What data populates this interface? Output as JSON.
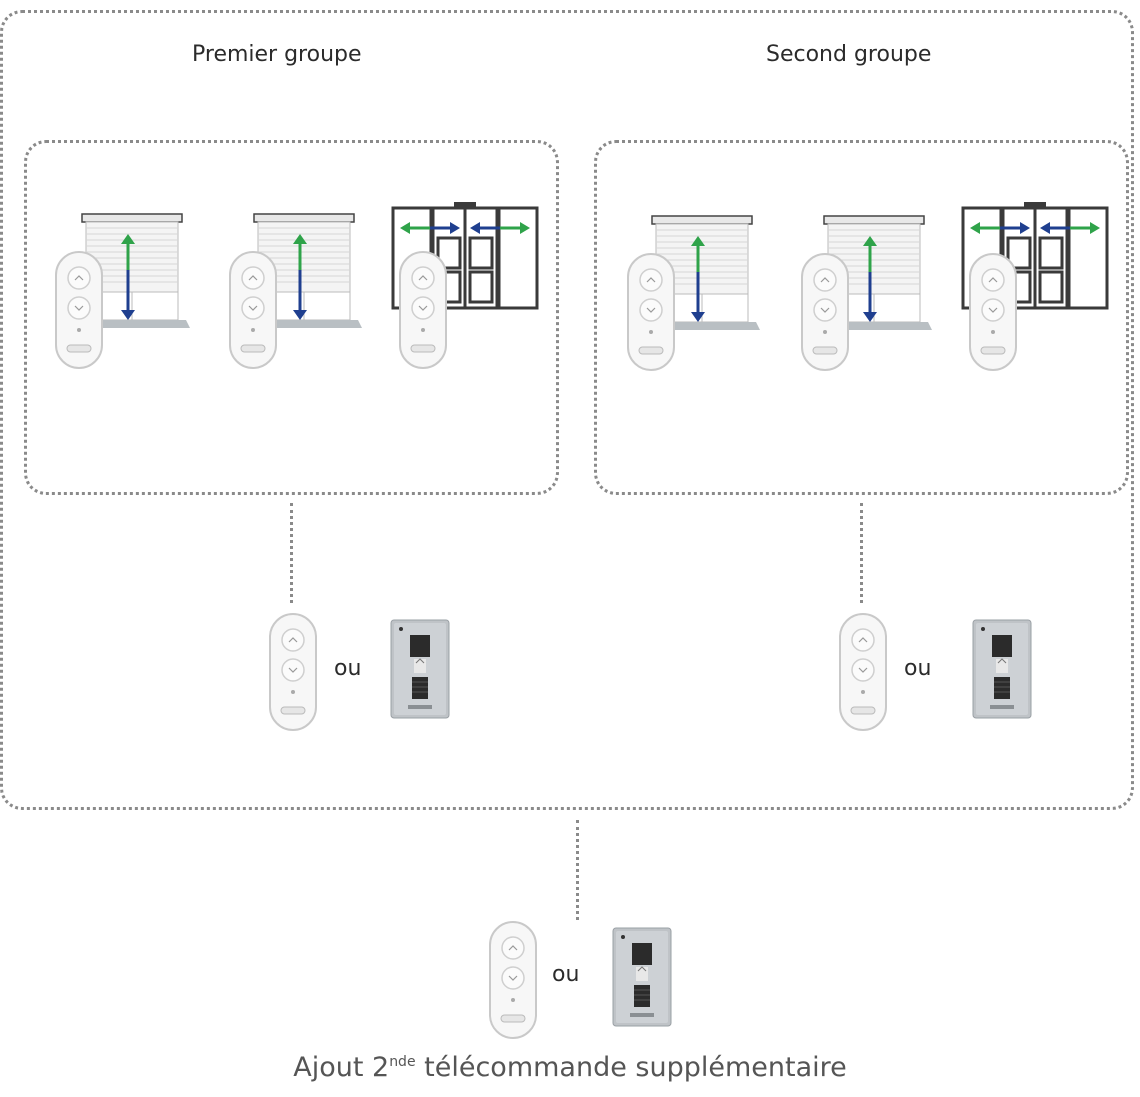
{
  "groups": [
    {
      "title": "Premier groupe"
    },
    {
      "title": "Second groupe"
    }
  ],
  "separator_text": "ou",
  "caption": {
    "pre": "Ajout 2",
    "sup": "nde",
    "post": " télécommande supplémentaire"
  },
  "colors": {
    "arrow_up": "#2fa34a",
    "arrow_down": "#1f3f8f",
    "dotted_border": "#8a8a8a"
  },
  "icons": [
    "roller-shutter-icon",
    "sliding-shutter-icon",
    "remote-control-icon",
    "wall-switch-icon"
  ]
}
